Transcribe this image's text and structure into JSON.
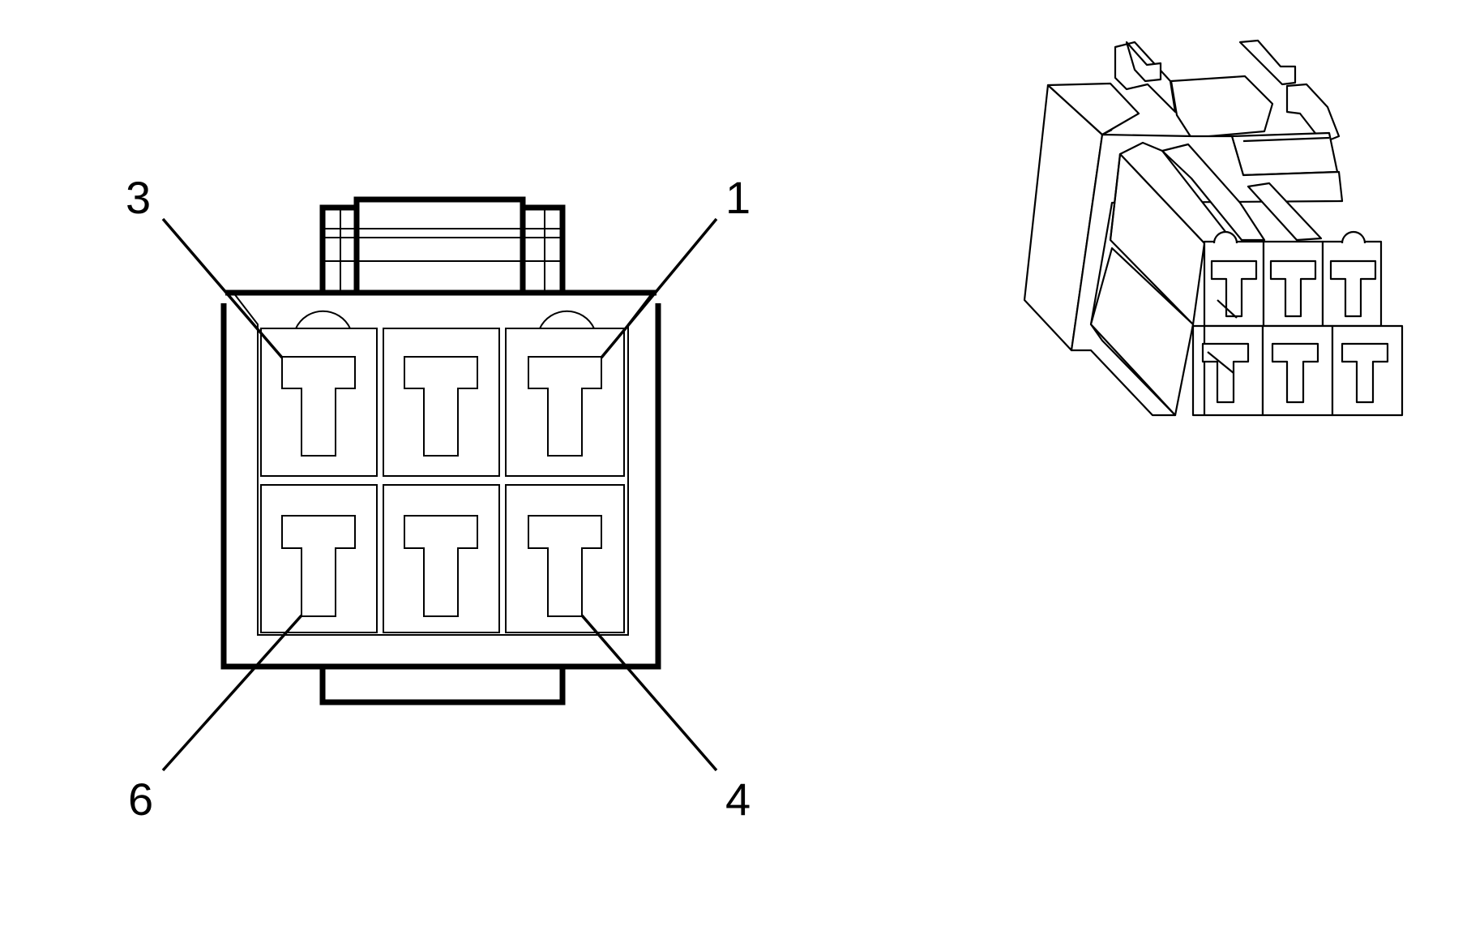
{
  "pins": [
    {
      "id": "pin-3",
      "label": "3"
    },
    {
      "id": "pin-1",
      "label": "1"
    },
    {
      "id": "pin-6",
      "label": "6"
    },
    {
      "id": "pin-4",
      "label": "4"
    }
  ],
  "colors": {
    "line": "#000000",
    "background": "#ffffff"
  }
}
